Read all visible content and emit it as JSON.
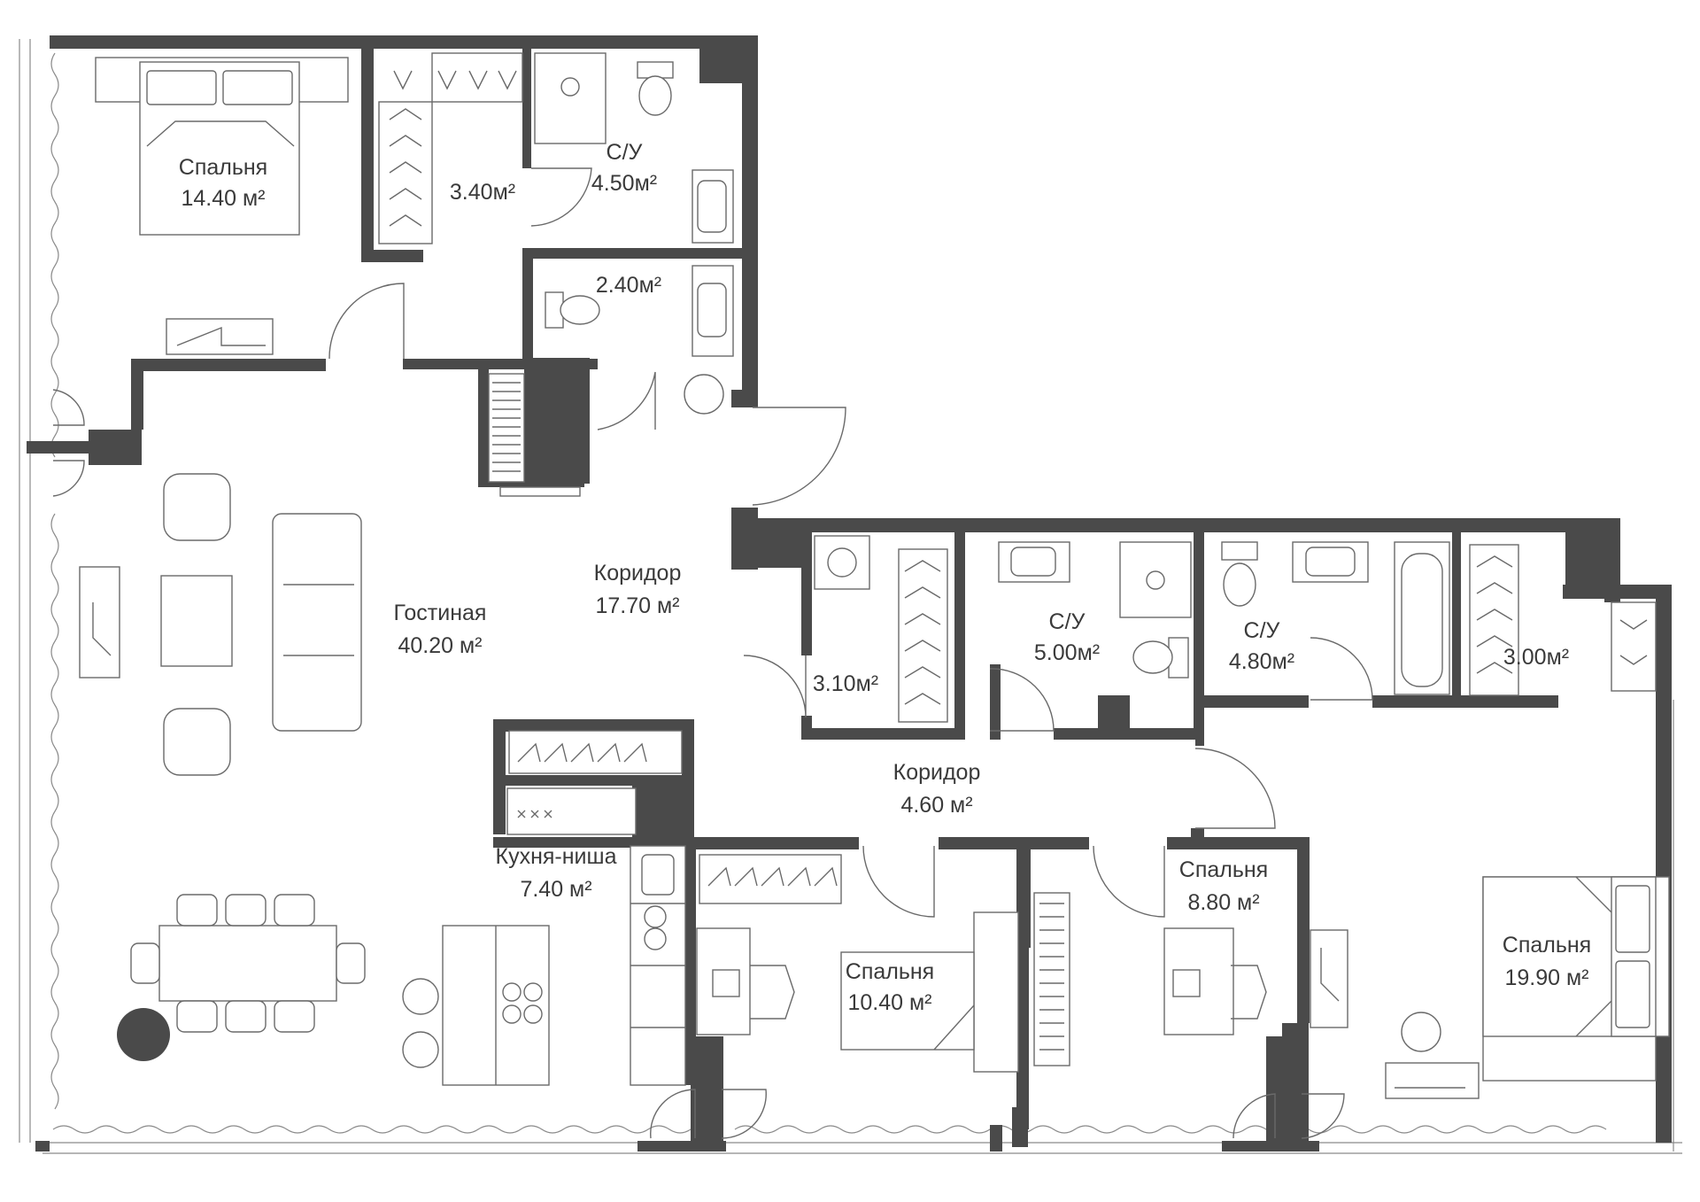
{
  "colors": {
    "wall": "#4a4a4a",
    "line": "#6a6a6a",
    "background": "#ffffff"
  },
  "rooms": [
    {
      "id": "bedroom-1",
      "name": "Спальня",
      "area": "14.40 м²"
    },
    {
      "id": "closet-1",
      "name": "",
      "area": "3.40м²"
    },
    {
      "id": "bath-1",
      "name": "С/У",
      "area": "4.50м²"
    },
    {
      "id": "wc-1",
      "name": "",
      "area": "2.40м²"
    },
    {
      "id": "living",
      "name": "Гостиная",
      "area": "40.20 м²"
    },
    {
      "id": "corridor-1",
      "name": "Коридор",
      "area": "17.70 м²"
    },
    {
      "id": "laundry",
      "name": "",
      "area": "3.10м²"
    },
    {
      "id": "bath-2",
      "name": "С/У",
      "area": "5.00м²"
    },
    {
      "id": "bath-3",
      "name": "С/У",
      "area": "4.80м²"
    },
    {
      "id": "closet-2",
      "name": "",
      "area": "3.00м²"
    },
    {
      "id": "corridor-2",
      "name": "Коридор",
      "area": "4.60 м²"
    },
    {
      "id": "kitchen",
      "name": "Кухня-ниша",
      "area": "7.40 м²"
    },
    {
      "id": "bedroom-2",
      "name": "Спальня",
      "area": "10.40 м²"
    },
    {
      "id": "bedroom-3",
      "name": "Спальня",
      "area": "8.80 м²"
    },
    {
      "id": "bedroom-4",
      "name": "Спальня",
      "area": "19.90 м²"
    }
  ]
}
